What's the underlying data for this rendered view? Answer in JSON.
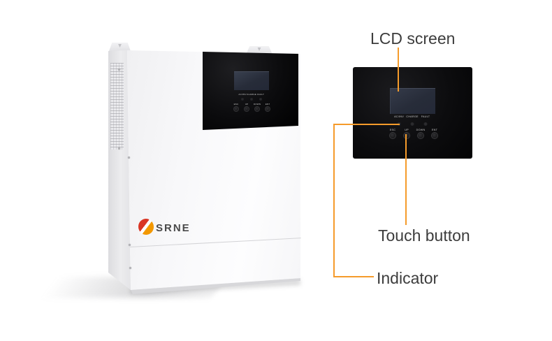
{
  "device": {
    "brand": "SRNE",
    "panel": {
      "indicators": [
        {
          "label": "AC/INV"
        },
        {
          "label": "CHARGE"
        },
        {
          "label": "FAULT"
        }
      ],
      "buttons": [
        {
          "label": "ESC"
        },
        {
          "label": "UP"
        },
        {
          "label": "DOWN"
        },
        {
          "label": "ENT"
        }
      ]
    }
  },
  "annotations": {
    "accent_color": "#f59b2b",
    "text_color": "#3d3d3d",
    "lcd_label": "LCD screen",
    "touch_label": "Touch button",
    "indicator_label": "Indicator"
  }
}
